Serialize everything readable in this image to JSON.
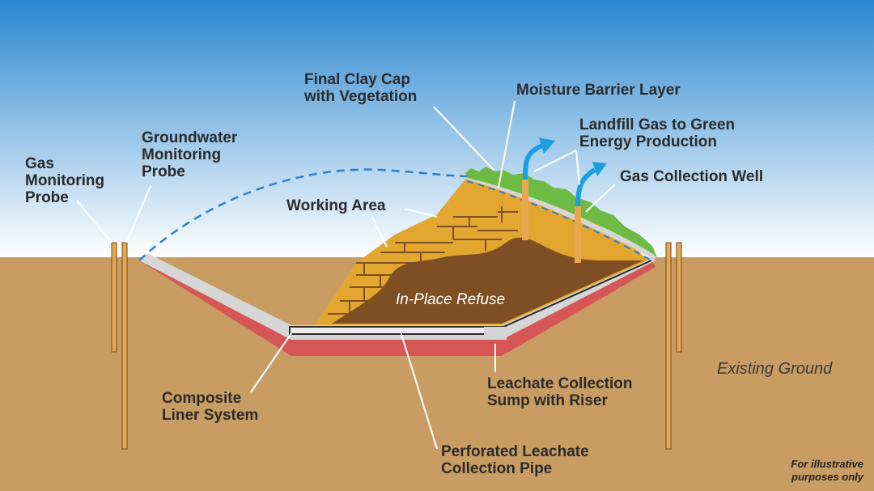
{
  "colors": {
    "sky_top": "#2a87d0",
    "sky_bottom": "#ffffff",
    "ground": "#c89c62",
    "liner_red": "#d65656",
    "liner_gray": "#d6d6d6",
    "working_fill": "#e3a62f",
    "refuse_brown": "#7d4f23",
    "vegetation": "#6dbb45",
    "gas_arrow": "#1aa0e0",
    "probe_orange": "#e8a850",
    "dome_dashed": "#2f7fc8"
  },
  "labels": {
    "gas_probe": [
      "Gas",
      "Monitoring",
      "Probe"
    ],
    "groundwater_probe": [
      "Groundwater",
      "Monitoring",
      "Probe"
    ],
    "clay_cap": [
      "Final Clay Cap",
      "with Vegetation"
    ],
    "moisture_barrier": "Moisture Barrier Layer",
    "landfill_gas": [
      "Landfill Gas to Green",
      "Energy Production"
    ],
    "gas_well": "Gas Collection Well",
    "working_area": "Working Area",
    "in_place_refuse": "In-Place Refuse",
    "existing_ground": "Existing Ground",
    "composite_liner": [
      "Composite",
      "Liner System"
    ],
    "leachate_sump": [
      "Leachate Collection",
      "Sump with Riser"
    ],
    "perforated_pipe": [
      "Perforated Leachate",
      "Collection Pipe"
    ],
    "disclaimer": [
      "For illustrative",
      "purposes only"
    ]
  }
}
